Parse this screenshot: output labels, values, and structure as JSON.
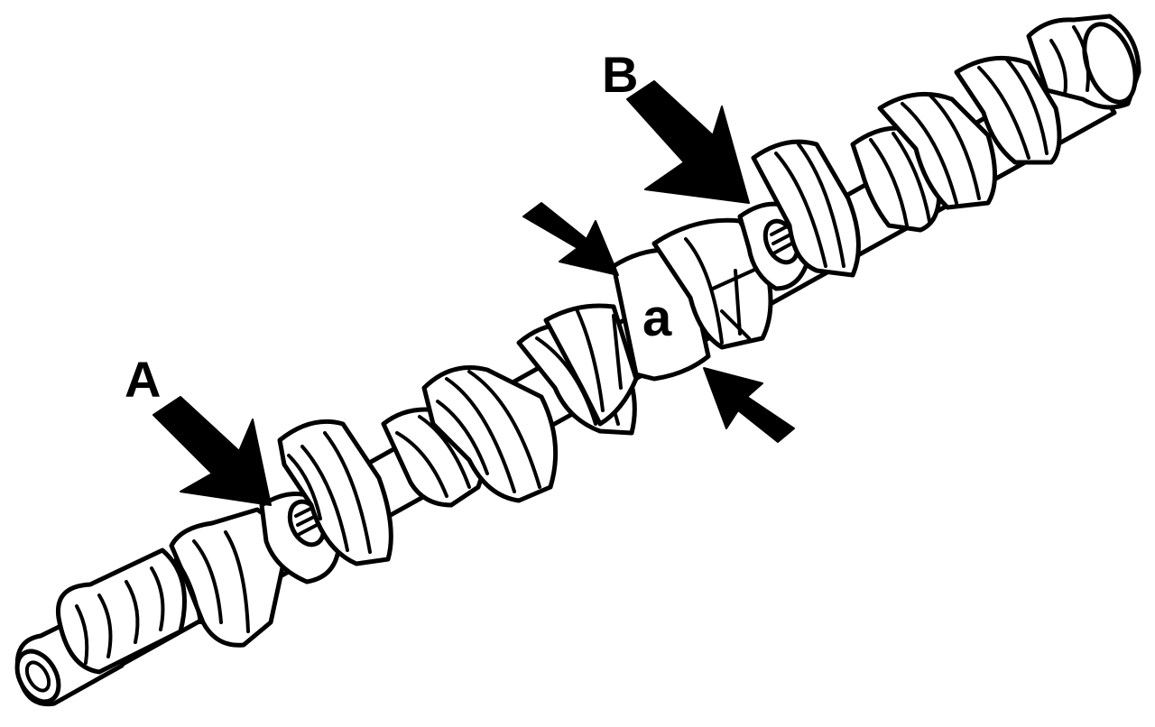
{
  "diagram": {
    "colors": {
      "line": "#000000",
      "background": "#ffffff"
    },
    "labels": {
      "label_a_upper": "A",
      "label_b_upper": "B",
      "label_a_lower": "a"
    }
  }
}
